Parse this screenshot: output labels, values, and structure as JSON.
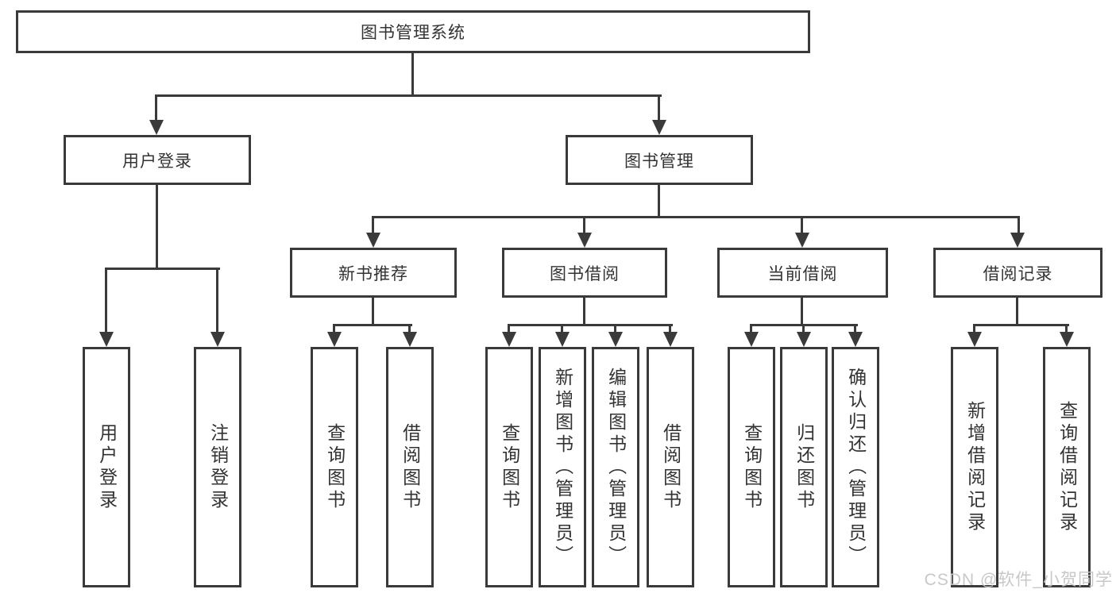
{
  "diagram_type": "tree",
  "nodes": {
    "root": "图书管理系统",
    "level2": {
      "login": "用户登录",
      "management": "图书管理"
    },
    "login_children": [
      "用户登录",
      "注销登录"
    ],
    "level3": {
      "recommend": "新书推荐",
      "borrow": "图书借阅",
      "current": "当前借阅",
      "records": "借阅记录"
    },
    "recommend_children": [
      "查询图书",
      "借阅图书"
    ],
    "borrow_children": [
      "查询图书",
      "新增图书（管理员）",
      "编辑图书（管理员）",
      "借阅图书"
    ],
    "current_children": [
      "查询图书",
      "归还图书",
      "确认归还（管理员）"
    ],
    "records_children": [
      "新增借阅记录",
      "查询借阅记录"
    ]
  },
  "watermark": "CSDN @软件_小贺同学",
  "colors": {
    "line": "#3a3a3a",
    "text": "#333333",
    "background": "#ffffff",
    "watermark": "#c5c5c5"
  }
}
